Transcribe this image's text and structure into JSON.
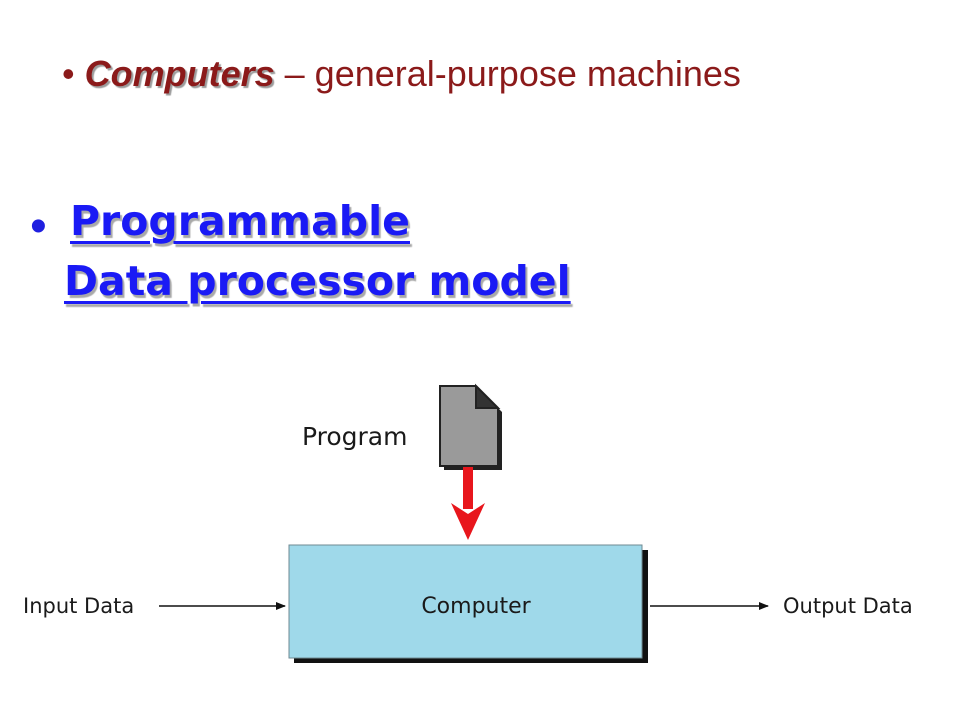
{
  "bullets": {
    "first": {
      "marker": "•",
      "term": "Computers",
      "rest": " – general-purpose machines"
    },
    "second": {
      "marker": "•",
      "line1": "Programmable ",
      "line2": "Data processor model"
    }
  },
  "diagram": {
    "program_label": "Program",
    "computer_label": "Computer",
    "input_label": "Input Data",
    "output_label": "Output Data",
    "colors": {
      "computer_fill": "#9fd9ea",
      "program_arrow": "#e8161c",
      "document_fill": "#9a9a9a"
    }
  }
}
